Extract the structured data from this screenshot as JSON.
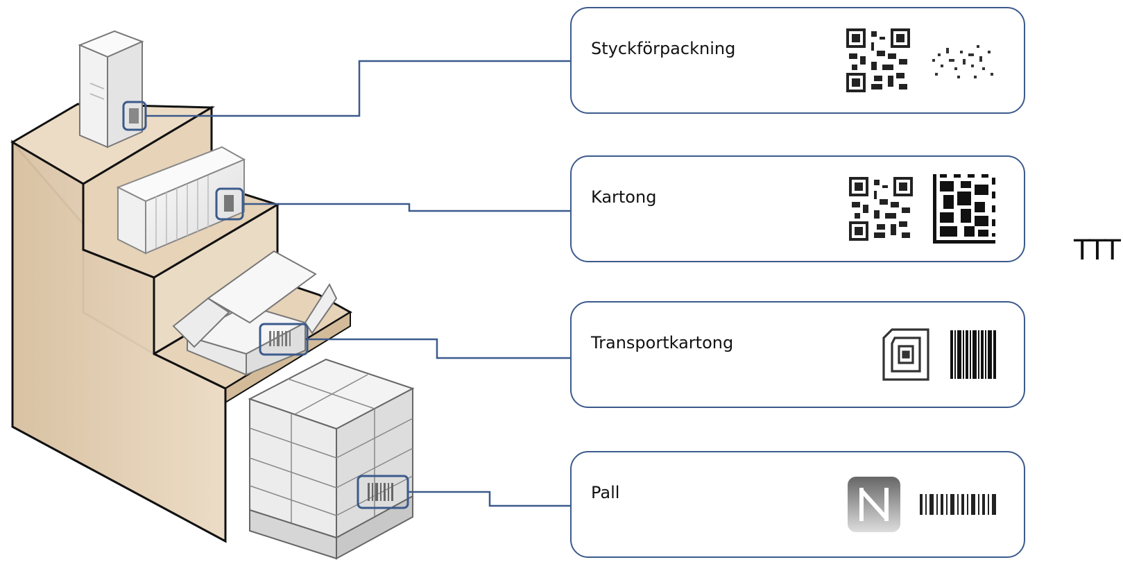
{
  "levels": [
    {
      "id": "unit",
      "label": "Styckförpackning",
      "icons": [
        "qr-code-icon",
        "sparse-datamatrix-icon"
      ]
    },
    {
      "id": "carton",
      "label": "Kartong",
      "icons": [
        "qr-code-icon",
        "datamatrix-icon"
      ]
    },
    {
      "id": "case",
      "label": "Transportkartong",
      "icons": [
        "rfid-tag-icon",
        "barcode-icon"
      ]
    },
    {
      "id": "pallet",
      "label": "Pall",
      "icons": [
        "nfc-icon",
        "linear-barcode-icon"
      ]
    }
  ],
  "edge_text": "TTT",
  "colors": {
    "connector": "#3b5a8c",
    "staircase": "#e8d8c2",
    "staircase_side": "#d9c4a8",
    "outline": "#111111"
  }
}
